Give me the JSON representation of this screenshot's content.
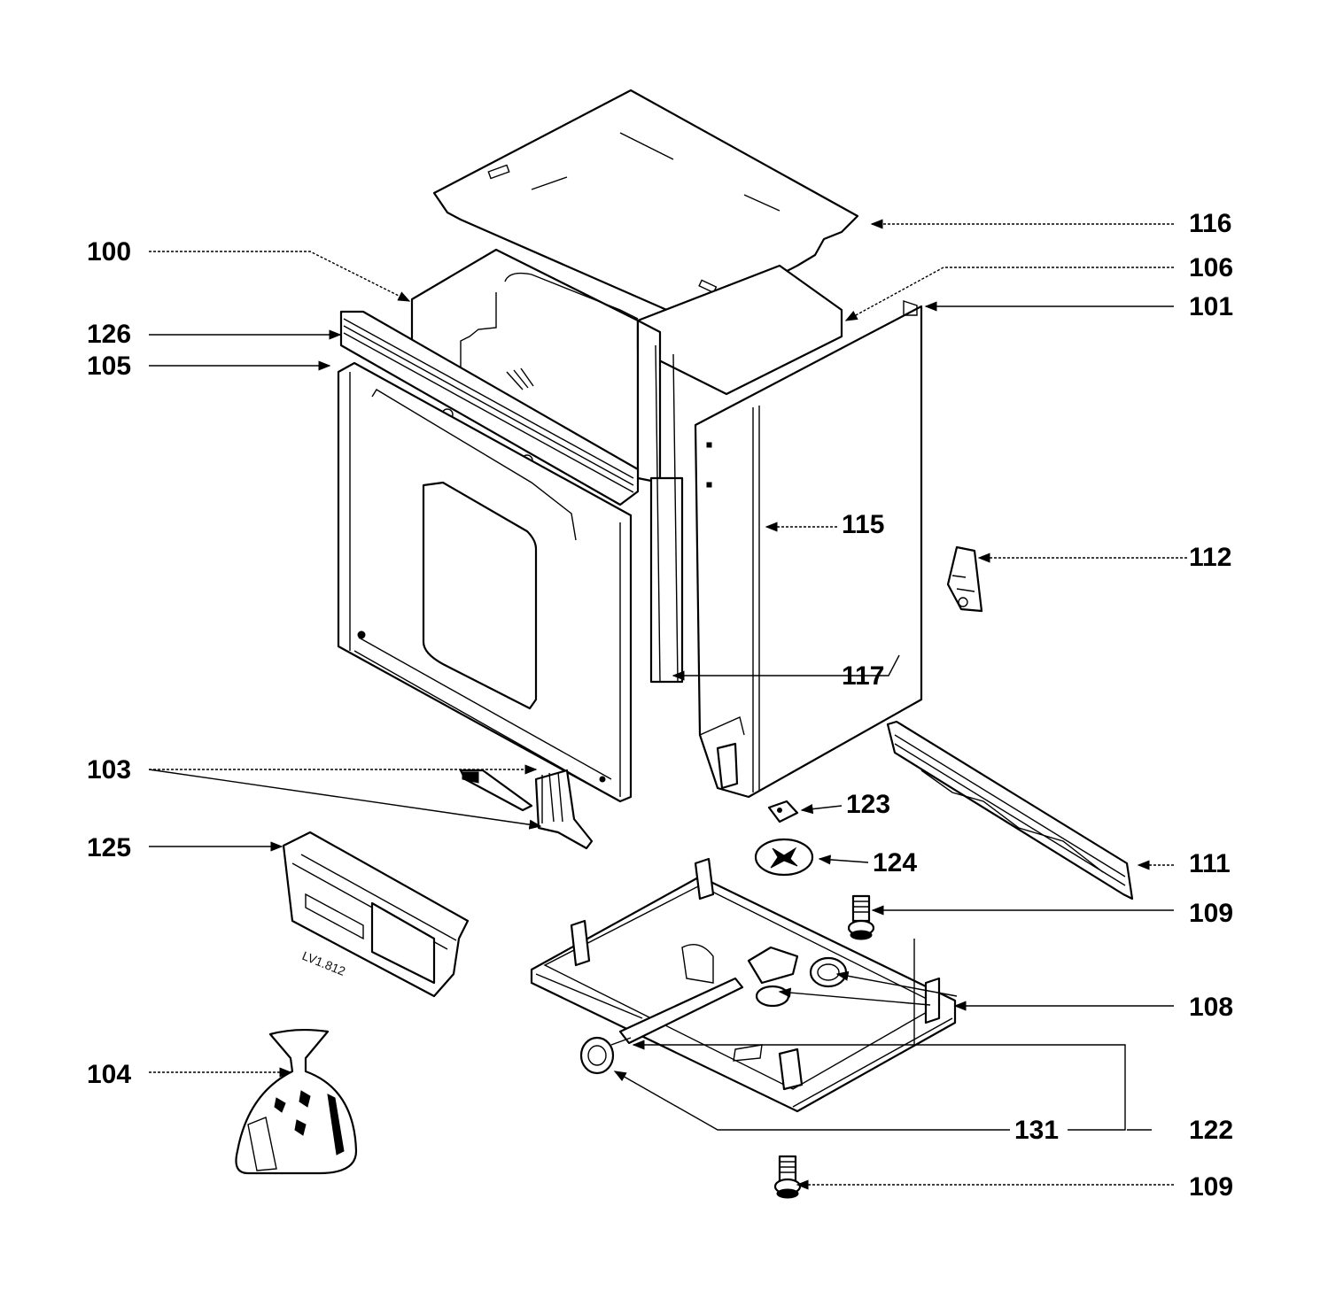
{
  "diagram": {
    "callouts": {
      "c100": "100",
      "c126": "126",
      "c105": "105",
      "c116": "116",
      "c106": "106",
      "c101": "101",
      "c115": "115",
      "c112": "112",
      "c117": "117",
      "c103": "103",
      "c125": "125",
      "c123": "123",
      "c124": "124",
      "c111": "111",
      "c109_upper": "109",
      "c108": "108",
      "c104": "104",
      "c131": "131",
      "c122": "122",
      "c109_lower": "109"
    },
    "module_marking": "LV1.812"
  }
}
